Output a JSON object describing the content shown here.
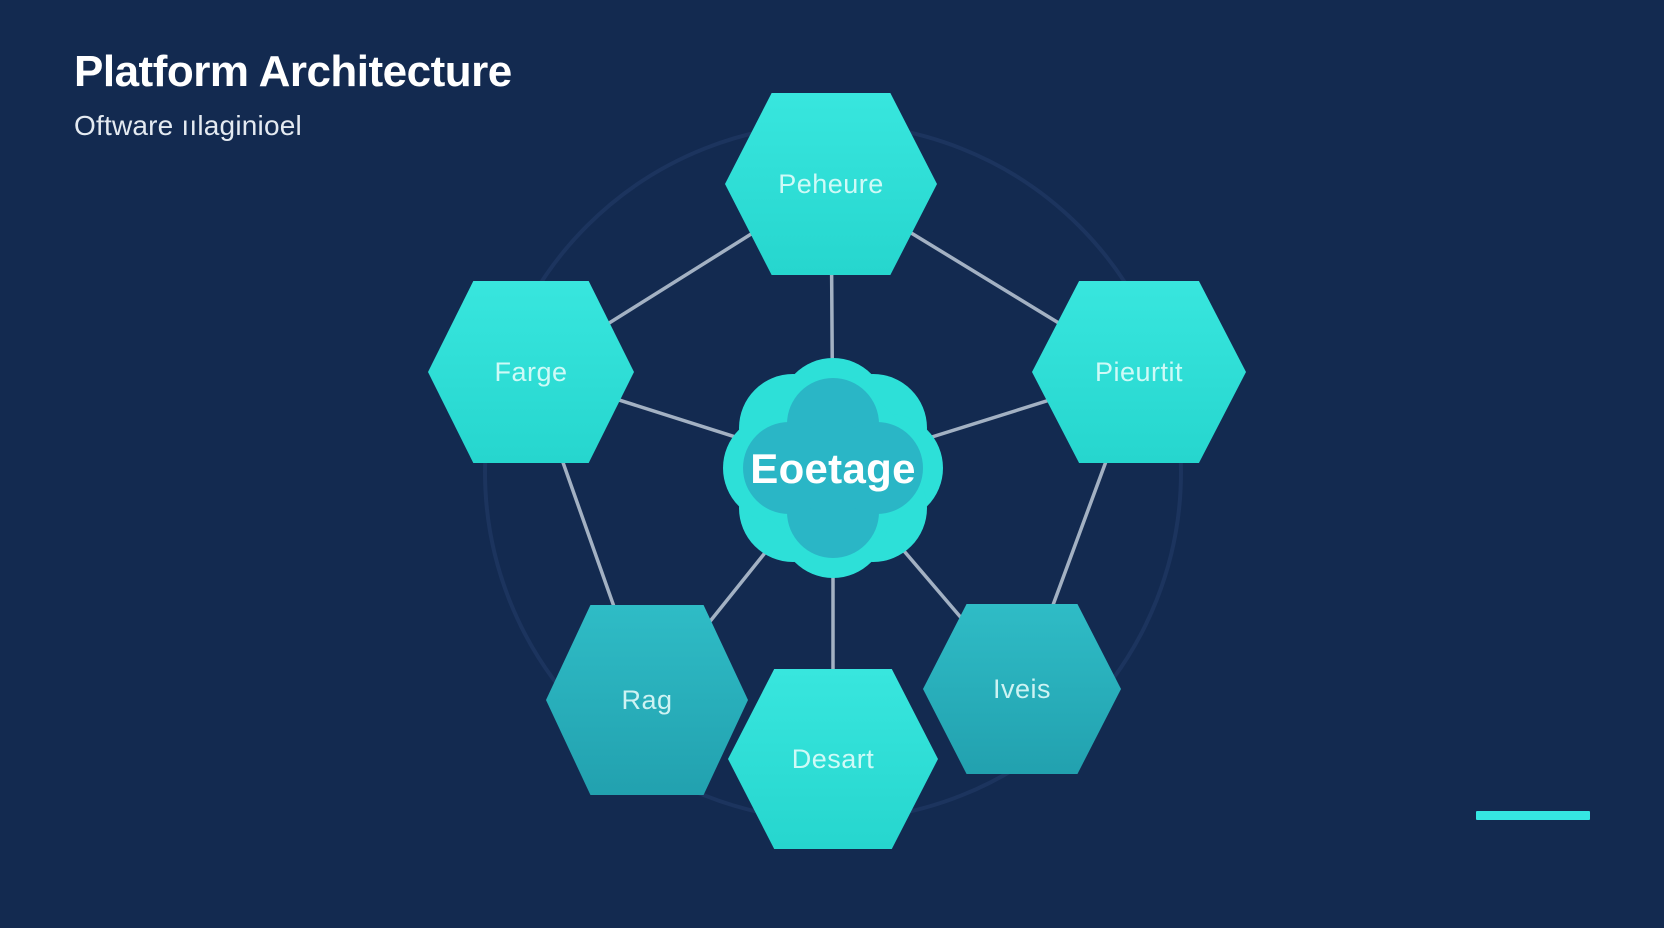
{
  "slide": {
    "title": "Platform Architecture",
    "subtitle": "Oftware ıılaginioel"
  },
  "diagram": {
    "type": "hub-and-spoke",
    "center_node": {
      "id": "center",
      "label": "Eoetage",
      "shape": "rosette"
    },
    "nodes": [
      {
        "id": "top",
        "label": "Peheure",
        "shape": "hexagon",
        "tone": "bright"
      },
      {
        "id": "left",
        "label": "Farge",
        "shape": "hexagon",
        "tone": "bright"
      },
      {
        "id": "right",
        "label": "Pieurtit",
        "shape": "hexagon",
        "tone": "bright"
      },
      {
        "id": "bottom-left",
        "label": "Rag",
        "shape": "hexagon",
        "tone": "muted"
      },
      {
        "id": "bottom",
        "label": "Desart",
        "shape": "hexagon",
        "tone": "bright"
      },
      {
        "id": "bottom-right",
        "label": "Iveis",
        "shape": "hexagon",
        "tone": "muted"
      }
    ],
    "edges": [
      [
        "top",
        "center"
      ],
      [
        "left",
        "center"
      ],
      [
        "right",
        "center"
      ],
      [
        "bottom-left",
        "center"
      ],
      [
        "bottom",
        "center"
      ],
      [
        "bottom-right",
        "center"
      ],
      [
        "left",
        "top"
      ],
      [
        "top",
        "right"
      ],
      [
        "left",
        "bottom-left"
      ],
      [
        "right",
        "bottom-right"
      ]
    ],
    "orbit_circle": true
  },
  "colors": {
    "background": "#132a50",
    "hex_bright": "#2de0d8",
    "hex_muted": "#27aeba",
    "center_blob": "#2de0d8",
    "center_clover": "#2ab6c6",
    "connector": "#b3c0d0",
    "orbit_circle": "#1c345e",
    "title_text": "#ffffff",
    "node_text": "#ebfffd",
    "accent_bar": "#35e6e2"
  },
  "accent_bar": {
    "present": true
  }
}
